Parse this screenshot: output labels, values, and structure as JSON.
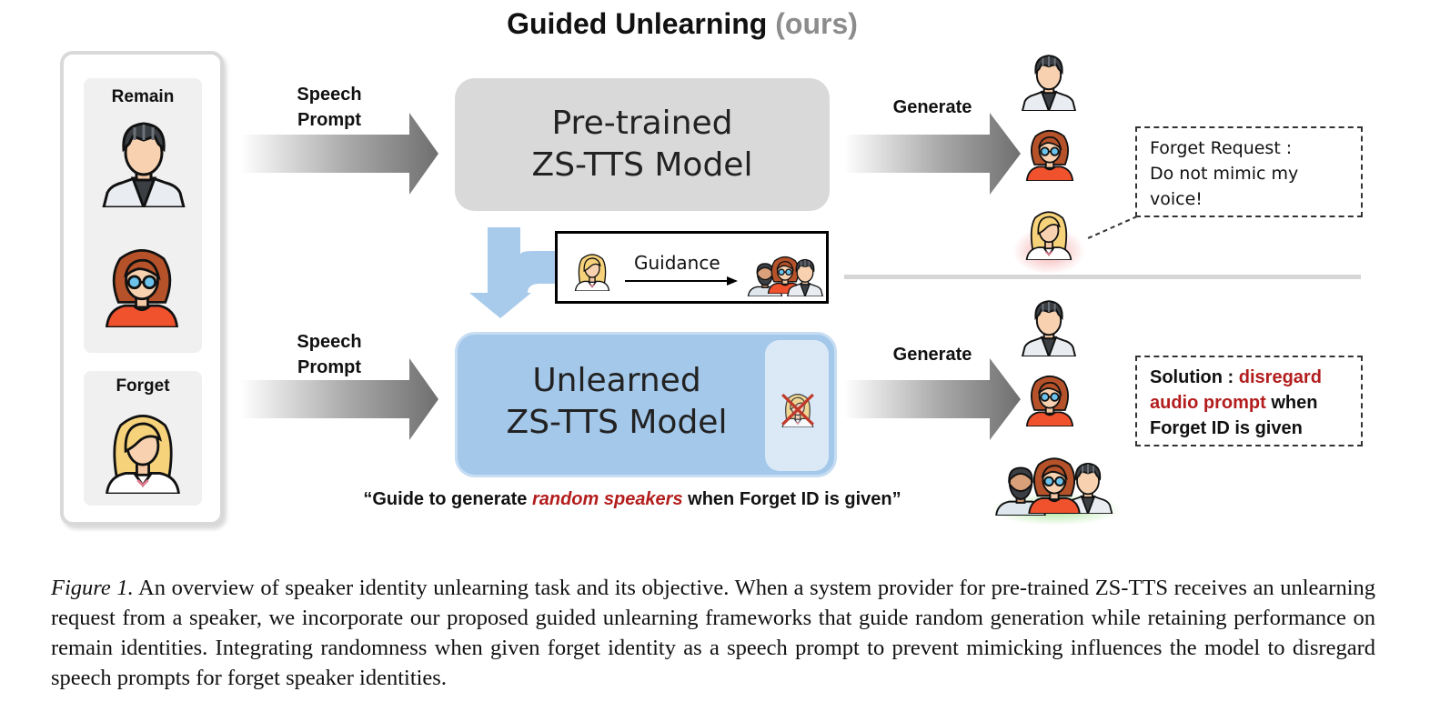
{
  "title": {
    "main": "Guided Unlearning",
    "sub": "(ours)"
  },
  "speakers": {
    "remain_label": "Remain",
    "forget_label": "Forget"
  },
  "arrows": {
    "prompt_top": {
      "line1": "Speech",
      "line2": "Prompt"
    },
    "prompt_bottom": {
      "line1": "Speech",
      "line2": "Prompt"
    },
    "generate_top": "Generate",
    "generate_bottom": "Generate"
  },
  "models": {
    "pretrained": {
      "line1": "Pre-trained",
      "line2": "ZS-TTS Model"
    },
    "unlearned": {
      "line1": "Unlearned",
      "line2": "ZS-TTS Model"
    }
  },
  "guidance_label": "Guidance",
  "forget_request": {
    "line1": "Forget Request :",
    "line2": "Do not mimic my",
    "line3": "voice!"
  },
  "solution": {
    "prefix": "Solution : ",
    "highlight1": "disregard",
    "highlight2": "audio prompt",
    "suffix1": " when",
    "suffix2": "Forget ID is given"
  },
  "quote": {
    "open": "“Guide to generate ",
    "emph": "random speakers",
    "close": " when Forget ID is given”"
  },
  "caption": {
    "fig": "Figure 1.",
    "text": " An overview of speaker identity unlearning task and its objective. When a system provider for pre-trained ZS-TTS receives an unlearning request from a speaker, we incorporate our proposed guided unlearning frameworks that guide random generation while retaining performance on remain identities. Integrating randomness when given forget identity as a speech prompt to prevent mimicking influences the model to disregard speech prompts for forget speaker identities."
  },
  "colors": {
    "accent_red": "#b31d1d",
    "model_blue": "#a4c8ea",
    "model_gray": "#d9d9d9",
    "arrow_blue": "#a8cbec"
  }
}
